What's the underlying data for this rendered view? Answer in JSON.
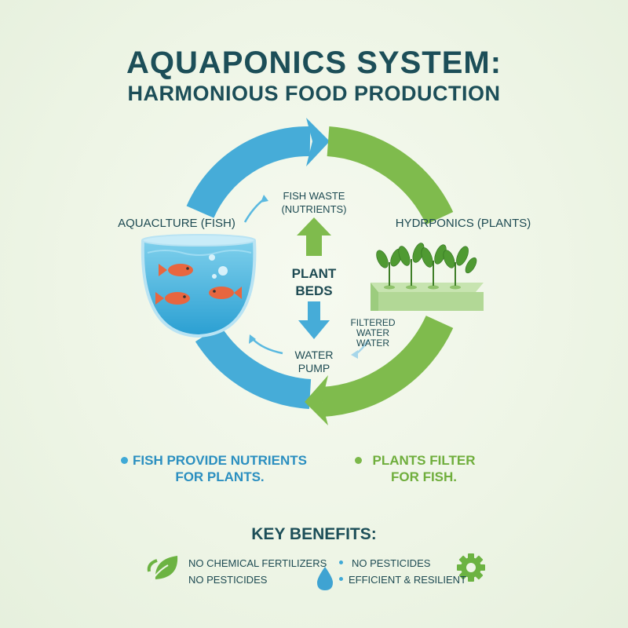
{
  "title": {
    "line1": "AQUAPONICS SYSTEM:",
    "line2": "HARMONIOUS FOOD PRODUCTION"
  },
  "labels": {
    "aquaculture": "AQUACLTURE (FISH)",
    "hydroponics": "HYDRPONICS (PLANTS)",
    "fish_waste": [
      "FISH WASTE",
      "(NUTRIENTS)"
    ],
    "plant_beds": [
      "PLANT",
      "BEDS"
    ],
    "filtered_water": [
      "FILTERED",
      "WATER",
      "WATER"
    ],
    "water_pump": [
      "WATER",
      "PUMP"
    ]
  },
  "captions": {
    "fish": [
      "FISH PROVIDE NUTRIENTS",
      "FOR PLANTS."
    ],
    "plants": [
      "PLANTS FILTER",
      "FOR FISH."
    ]
  },
  "benefits": {
    "title": "KEY BENEFITS:",
    "items": [
      "NO CHEMICAL FERTILIZERS",
      "NO PESTICIDES",
      "NO PESTICIDES",
      "EFFICIENT & RESILIENT"
    ]
  },
  "colors": {
    "blue": "#3fa9d6",
    "green": "#7cb84a",
    "dark_text": "#1c4e58",
    "fish": "#e8663f"
  },
  "icons": [
    "fish-tank-icon",
    "fish-icon",
    "plant-bed-icon",
    "leaf-icon",
    "water-drop-icon",
    "gear-icon",
    "arrow-up-icon",
    "arrow-down-icon"
  ]
}
